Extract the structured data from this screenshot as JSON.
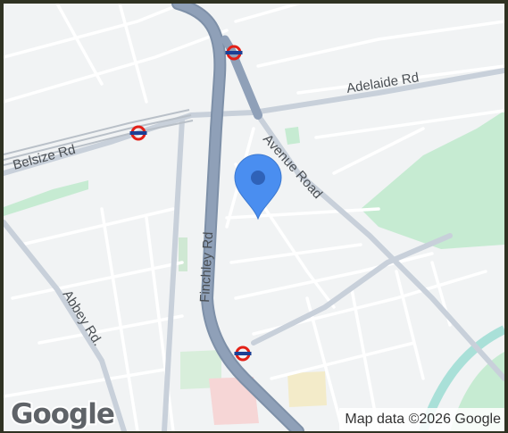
{
  "map": {
    "roads": [
      {
        "id": "finchley-rd",
        "label": "Finchley Rd"
      },
      {
        "id": "avenue-road",
        "label": "Avenue Road"
      },
      {
        "id": "adelaide-rd",
        "label": "Adelaide Rd"
      },
      {
        "id": "belsize-rd",
        "label": "Belsize Rd"
      },
      {
        "id": "abbey-rd",
        "label": "Abbey Rd."
      }
    ],
    "markers": [
      {
        "type": "location-pin",
        "icon": "map-pin-icon",
        "color": "#4a8ef0"
      },
      {
        "type": "underground-station",
        "icon": "tube-roundel-icon"
      },
      {
        "type": "underground-station",
        "icon": "tube-roundel-icon"
      },
      {
        "type": "underground-station",
        "icon": "tube-roundel-icon"
      }
    ],
    "colors": {
      "background": "#f1f3f4",
      "major_road": "#8b9cb4",
      "minor_road": "#ffffff",
      "park": "#c6ebd2",
      "water": "#a9e0d8",
      "pin": "#4a8ef0",
      "tube_red": "#e32017",
      "tube_blue": "#1c3f94"
    }
  },
  "logo": {
    "text": "Google"
  },
  "attribution": {
    "text": "Map data ©2026 Google"
  }
}
